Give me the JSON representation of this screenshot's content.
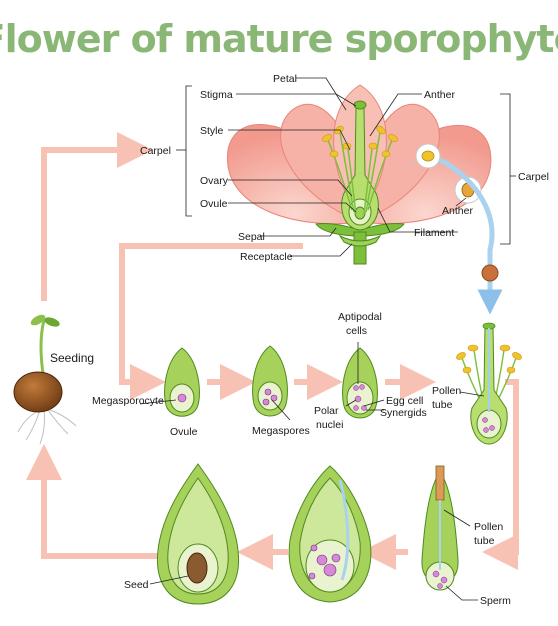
{
  "title": "Flower of mature sporophyte",
  "flower_labels": {
    "petal": "Petal",
    "stigma": "Stigma",
    "anther_top": "Anther",
    "style": "Style",
    "carpel_left": "Carpel",
    "carpel_right": "Carpel",
    "ovary": "Ovary",
    "ovule": "Ovule",
    "anther_inset": "Anther",
    "sepal": "Sepal",
    "filament": "Filament",
    "receptacle": "Receptacle"
  },
  "cycle_labels": {
    "seeding": "Seeding",
    "megasporocyte": "Megasporocyte",
    "ovule": "Ovule",
    "megaspores": "Megaspores",
    "antipodal_1": "Aptipodal",
    "antipodal_2": "cells",
    "polar_1": "Polar",
    "polar_2": "nuclei",
    "egg_cell": "Egg  cell",
    "synergids": "Synergids",
    "pollen_tube_a1": "Pollen",
    "pollen_tube_a2": "tube",
    "pollen_tube_b1": "Pollen",
    "pollen_tube_b2": "tube",
    "sperm": "Sperm",
    "seed": "Seed"
  },
  "colors": {
    "arrow": "#f7c1b4",
    "petal": "#f5a59a",
    "green": "#9ccc4a",
    "dark_green": "#5f9a2a",
    "pollen_tube": "#a9d2ee",
    "title": "#8ab776"
  }
}
